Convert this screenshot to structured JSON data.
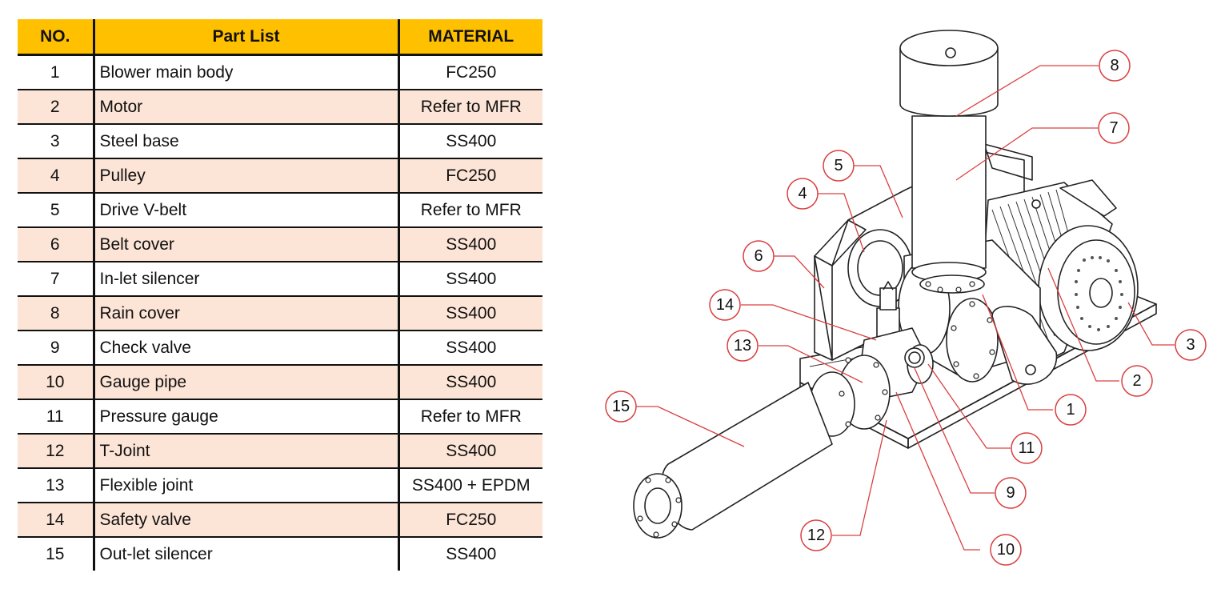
{
  "table": {
    "headers": {
      "no": "NO.",
      "part": "Part List",
      "material": "MATERIAL"
    },
    "rows": [
      {
        "no": "1",
        "part": "Blower main body",
        "material": "FC250"
      },
      {
        "no": "2",
        "part": "Motor",
        "material": "Refer to MFR"
      },
      {
        "no": "3",
        "part": "Steel base",
        "material": "SS400"
      },
      {
        "no": "4",
        "part": "Pulley",
        "material": "FC250"
      },
      {
        "no": "5",
        "part": "Drive V-belt",
        "material": "Refer to MFR"
      },
      {
        "no": "6",
        "part": "Belt cover",
        "material": "SS400"
      },
      {
        "no": "7",
        "part": "In-let silencer",
        "material": "SS400"
      },
      {
        "no": "8",
        "part": "Rain cover",
        "material": "SS400"
      },
      {
        "no": "9",
        "part": "Check valve",
        "material": "SS400"
      },
      {
        "no": "10",
        "part": "Gauge pipe",
        "material": "SS400"
      },
      {
        "no": "11",
        "part": "Pressure gauge",
        "material": "Refer to MFR"
      },
      {
        "no": "12",
        "part": "T-Joint",
        "material": "SS400"
      },
      {
        "no": "13",
        "part": "Flexible joint",
        "material": "SS400 + EPDM"
      },
      {
        "no": "14",
        "part": "Safety valve",
        "material": "FC250"
      },
      {
        "no": "15",
        "part": "Out-let silencer",
        "material": "SS400"
      }
    ]
  },
  "callouts": [
    "1",
    "2",
    "3",
    "4",
    "5",
    "6",
    "7",
    "8",
    "9",
    "10",
    "11",
    "12",
    "13",
    "14",
    "15"
  ],
  "colors": {
    "header": "#ffc000",
    "shaded_row": "#fce4d6",
    "callout": "#d94040"
  }
}
